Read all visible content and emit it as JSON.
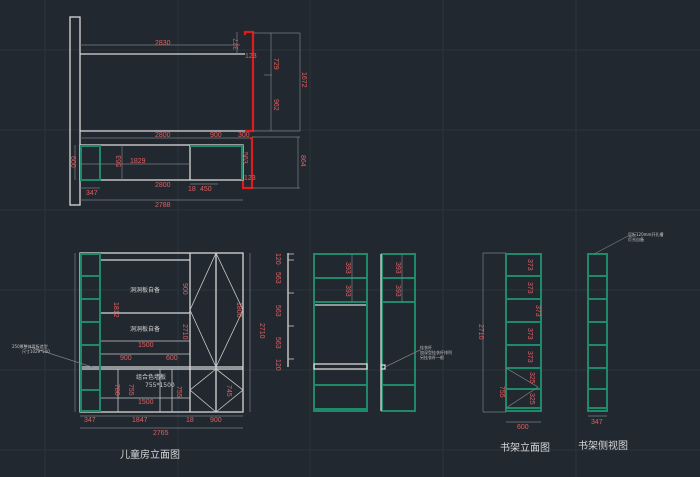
{
  "colors": {
    "background": "#212830",
    "dimension_text": "#e06060",
    "cabinet_green": "#1f8a6a",
    "highlight_red": "#e01b1b",
    "line_white": "#d8d8d8"
  },
  "plan_view": {
    "dims": {
      "d2830": "2830",
      "d377": "377",
      "d729": "729",
      "d1672": "1672",
      "d962": "962",
      "d123a": "123",
      "d2800a": "2800",
      "d900": "900",
      "d300": "300",
      "d1829": "1829",
      "d563a": "563",
      "d563b": "563",
      "d2800b": "2800",
      "d18": "18",
      "d450": "450",
      "d864": "864",
      "d123b": "123",
      "d347": "347",
      "d2788": "2788",
      "d600": "600"
    }
  },
  "kids_room": {
    "title": "儿童房立面图",
    "labels": {
      "pegboard1": "洞洞板自备",
      "pegboard2": "洞洞板自备",
      "wallboard": "组合色墙板",
      "wallboard_size": "755*1500"
    },
    "note": [
      "250厚整体背板造型",
      "尺寸1029*500"
    ],
    "dims": {
      "d1500a": "1500",
      "d900a": "900",
      "d600a": "600",
      "d1500b": "1500",
      "d900v": "900",
      "d1812": "1812",
      "d2710a": "2710",
      "d1800": "1800",
      "d2710b": "2710",
      "d780": "780",
      "d755a": "755",
      "d755b": "755",
      "d745": "745",
      "d347": "347",
      "d1847": "1847",
      "d18": "18",
      "d900b": "900",
      "d2765": "2765"
    }
  },
  "wardrobe": {
    "ticks": [
      "120",
      "563",
      "563",
      "563",
      "120"
    ],
    "dims": {
      "f393a": "393",
      "f393b": "393",
      "s393a": "393",
      "s393b": "393"
    },
    "note": [
      "挂衣杆",
      "加深型挂衣杆排列",
      "另挂衣杆一根"
    ]
  },
  "bookshelf": {
    "title": "书架立面图",
    "dims": [
      "373",
      "373",
      "373",
      "373",
      "373",
      "325",
      "325"
    ],
    "height": "2710",
    "lower": "755",
    "width": "600"
  },
  "bookshelf_side": {
    "title": "书架侧视图",
    "width": "347",
    "note": [
      "层板120mm开孔槽",
      "灯光自备"
    ]
  }
}
